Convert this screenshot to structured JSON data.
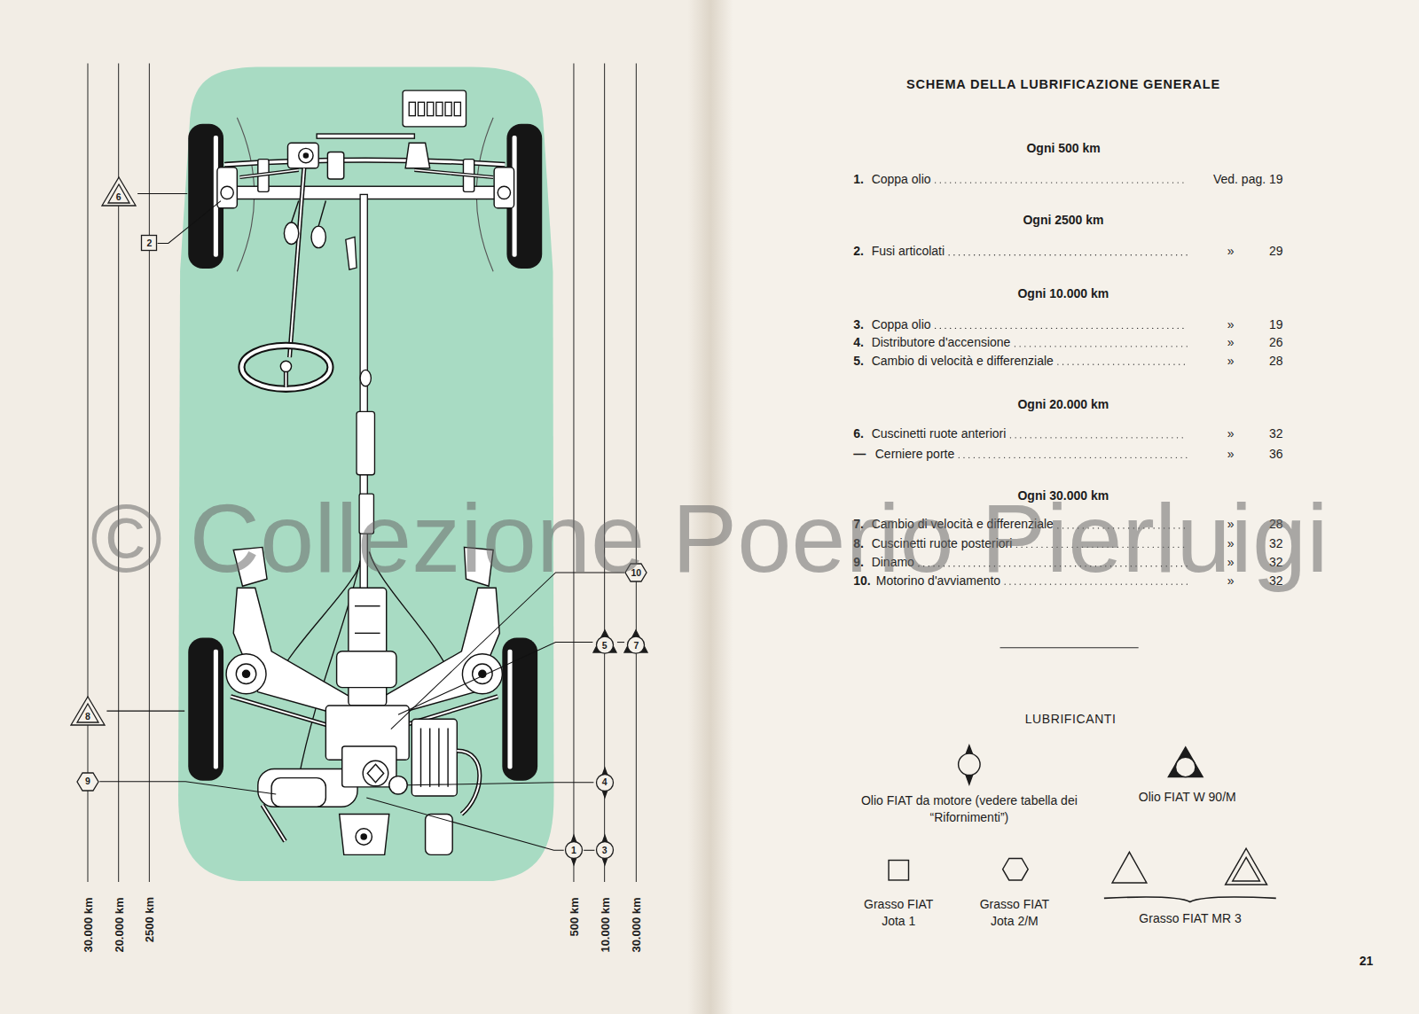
{
  "diagram": {
    "title": "SCHEMA DELLA LUBRIFICAZIONE GENERALE",
    "nodes": [
      {
        "text": [
          "6"
        ]
      },
      {
        "text": [
          "2"
        ]
      },
      {
        "text": [
          "10"
        ]
      },
      {
        "text": [
          "5"
        ]
      },
      {
        "text": [
          "7"
        ]
      },
      {
        "text": [
          "8"
        ]
      },
      {
        "text": [
          "9"
        ]
      },
      {
        "text": [
          "4"
        ]
      },
      {
        "text": [
          "1"
        ]
      },
      {
        "text": [
          "3"
        ]
      }
    ],
    "labels": [
      "30.000 km",
      "20.000 km",
      "2500 km",
      "500 km",
      "10.000 km",
      "30.000 km",
      "Ogni 500 km",
      "1.",
      "Coppa olio",
      "Ved. pag. 19",
      "Ogni 2500 km",
      "2.",
      "Fusi articolati",
      "»",
      "29",
      "Ogni 10.000 km",
      "3.",
      "Coppa olio",
      "»",
      "19",
      "4.",
      "Distributore d'accensione",
      "»",
      "26",
      "5.",
      "Cambio di velocità e differenziale",
      "»",
      "28",
      "Ogni 20.000 km",
      "6.",
      "Cuscinetti ruote anteriori",
      "»",
      "32",
      "—",
      "Cerniere porte",
      "»",
      "36",
      "Ogni 30.000 km",
      "7.",
      "Cambio di velocità e differenziale",
      "»",
      "28",
      "8.",
      "Cuscinetti ruote posteriori",
      "»",
      "32",
      "9.",
      "Dinamo",
      "»",
      "32",
      "10.",
      "Motorino d'avviamento",
      "»",
      "32",
      "LUBRIFICANTI",
      "21",
      "© Collezione Poerio Pierluigi"
    ],
    "legend": [
      {
        "text": "Olio FIAT da motore (vedere tabella dei “Rifornimenti”)"
      },
      {
        "text": "Olio FIAT W 90/M"
      },
      {
        "text": "Grasso FIAT Jota 1"
      },
      {
        "text": "Grasso FIAT Jota 2/M"
      },
      {
        "text": "Grasso FIAT MR 3"
      }
    ]
  }
}
